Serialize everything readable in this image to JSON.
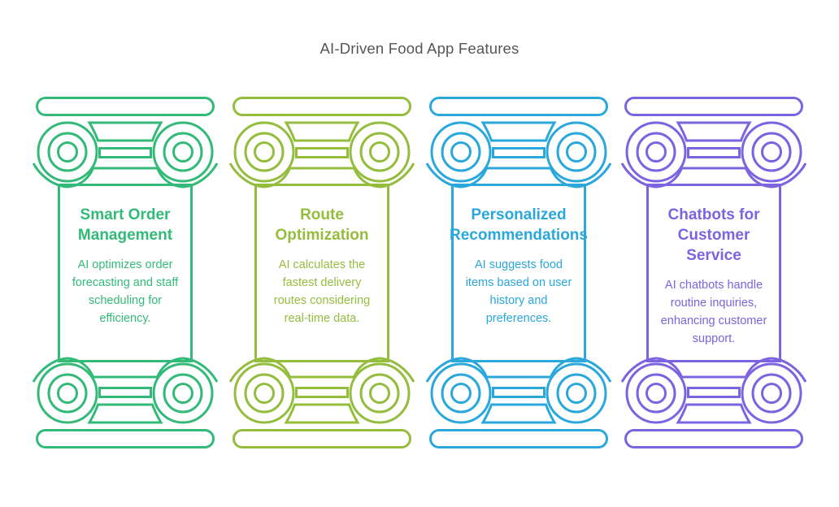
{
  "title": "AI-Driven Food App Features",
  "title_color": "#55565a",
  "background_color": "#ffffff",
  "pillars": [
    {
      "title": "Smart Order\nManagement",
      "description": "AI optimizes order\nforecasting and staff\nscheduling for\nefficiency.",
      "color": "#33ba78"
    },
    {
      "title": "Route\nOptimization",
      "description": "AI calculates the\nfastest delivery\nroutes considering\nreal-time data.",
      "color": "#94bd3e"
    },
    {
      "title": "Personalized\nRecommendations",
      "description": "AI suggests food\nitems based on user\nhistory and\npreferences.",
      "color": "#2aa7db"
    },
    {
      "title": "Chatbots for\nCustomer\nService",
      "description": "AI chatbots handle\nroutine inquiries,\nenhancing customer\nsupport.",
      "color": "#7c63e0"
    }
  ]
}
